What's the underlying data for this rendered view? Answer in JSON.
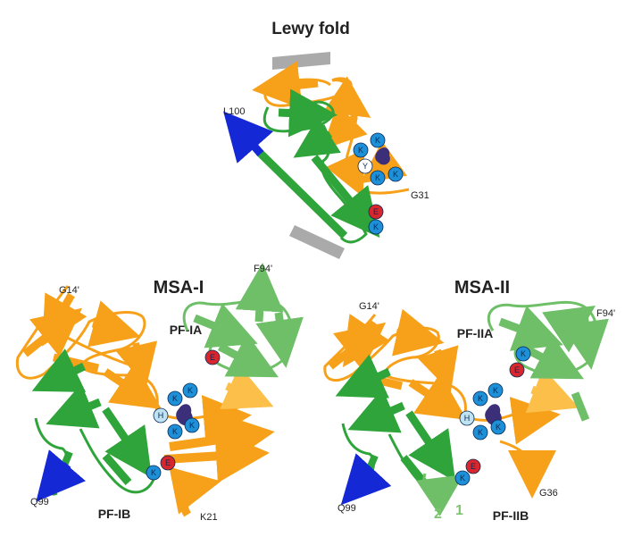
{
  "colors": {
    "orange": "#f7a11a",
    "light_orange": "#fbbf4a",
    "green": "#2ea43a",
    "light_green": "#6fbf68",
    "blue_strand": "#1428d6",
    "gray_bar": "#aaaaaa",
    "lys_bead": "#1e90d8",
    "glu_bead": "#d8262c",
    "his_bead": "#bfe3f2",
    "tyr_bead": "#ffffff",
    "ligand": "#3b2f7a"
  },
  "lewy": {
    "title": "Lewy fold",
    "labels": {
      "n_term": "L100",
      "c_term": "G31"
    },
    "beads": [
      "K",
      "Y",
      "K",
      "K",
      "K",
      "E",
      "K"
    ]
  },
  "msa1": {
    "title": "MSA-I",
    "pf_top": "PF-IA",
    "pf_bottom": "PF-IB",
    "labels": {
      "g14": "G14'",
      "f94": "F94'",
      "q99": "Q99",
      "k21": "K21"
    },
    "beads": [
      "E",
      "K",
      "K",
      "H",
      "K",
      "K",
      "E",
      "K"
    ]
  },
  "msa2": {
    "title": "MSA-II",
    "pf_top": "PF-IIA",
    "pf_bottom": "PF-IIB",
    "labels": {
      "g14": "G14'",
      "f94": "F94'",
      "q99": "Q99",
      "g36": "G36",
      "num1": "1",
      "num2": "2"
    },
    "beads": [
      "K",
      "E",
      "K",
      "K",
      "H",
      "K",
      "K",
      "E",
      "K"
    ]
  }
}
